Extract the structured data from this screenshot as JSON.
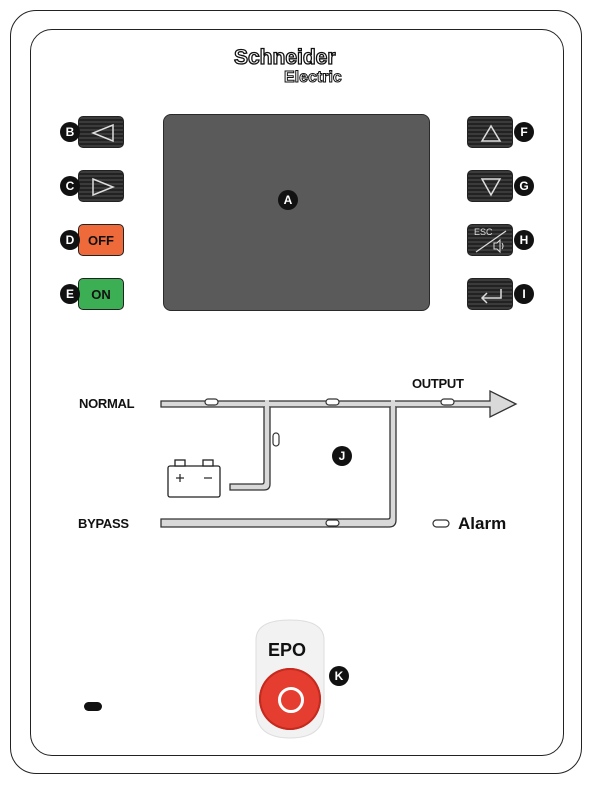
{
  "logo": {
    "line1": "Schneider",
    "line2": "Electric"
  },
  "buttons": {
    "left": {
      "label": "B",
      "icon": "left-triangle-icon"
    },
    "right": {
      "label": "C",
      "icon": "right-triangle-icon"
    },
    "off": {
      "label": "D",
      "text": "OFF",
      "color": "#ee6a3b"
    },
    "on": {
      "label": "E",
      "text": "ON",
      "color": "#3cae54"
    },
    "up": {
      "label": "F",
      "icon": "up-triangle-icon"
    },
    "down": {
      "label": "G",
      "icon": "down-triangle-icon"
    },
    "esc": {
      "label": "H",
      "text": "ESC",
      "icon": "mute-icon"
    },
    "enter": {
      "label": "I",
      "icon": "enter-arrow-icon"
    }
  },
  "screen": {
    "label": "A"
  },
  "flow": {
    "normal": "NORMAL",
    "bypass": "BYPASS",
    "output": "OUTPUT",
    "alarm": "Alarm",
    "label": "J"
  },
  "epo": {
    "text": "EPO",
    "label": "K",
    "color": "#e53d2f"
  }
}
